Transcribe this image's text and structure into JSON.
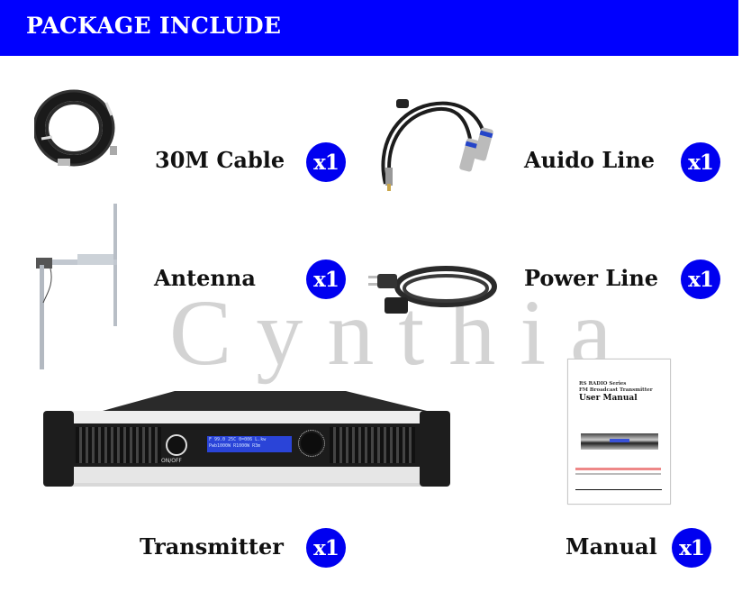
{
  "header": {
    "title": "PACKAGE INCLUDE",
    "background": "#0000FF",
    "text_color": "#FFFFFF"
  },
  "watermark": {
    "text": "Cynthia",
    "color": "#D3D3D3"
  },
  "items": [
    {
      "label": "30M Cable",
      "quantity": "x1",
      "icon": "coiled-coax-cable"
    },
    {
      "label": "Auido Line",
      "quantity": "x1",
      "icon": "xlr-audio-cable"
    },
    {
      "label": "Antenna",
      "quantity": "x1",
      "icon": "dipole-antenna"
    },
    {
      "label": "Power Line",
      "quantity": "x1",
      "icon": "power-cord"
    },
    {
      "label": "Transmitter",
      "quantity": "x1",
      "icon": "fm-transmitter-rack"
    },
    {
      "label": "Manual",
      "quantity": "x1",
      "icon": "user-manual-booklet"
    }
  ],
  "transmitter": {
    "display_line1": "F 99.0 25C 0=006 L.kw",
    "display_line2": "Pwb1000W R1000W R3m",
    "power_label": "ON/OFF"
  },
  "manual": {
    "series": "RS RADIO Series",
    "subtitle": "FM Broadcast Transmitter",
    "title": "User Manual"
  },
  "badge_color": "#0000F0"
}
